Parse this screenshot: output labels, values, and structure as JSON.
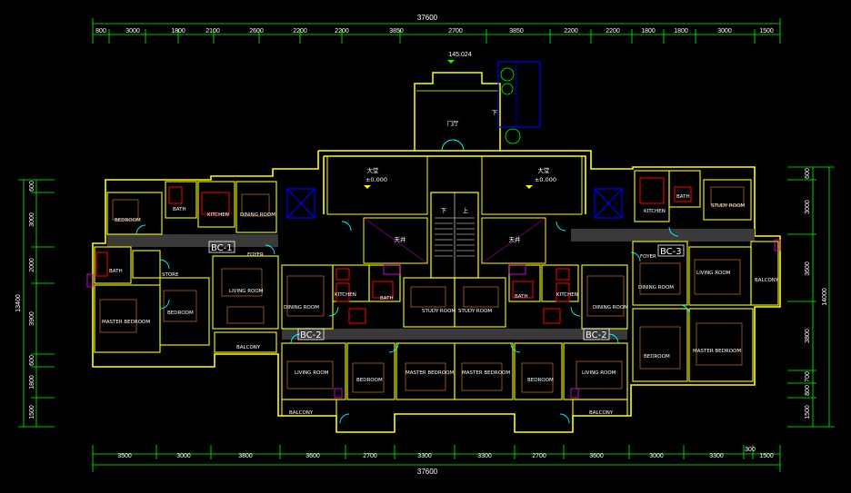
{
  "top_dims": {
    "total": "37600",
    "segments": [
      "800",
      "3000",
      "1800",
      "2100",
      "2600",
      "2200",
      "2200",
      "3850",
      "2700",
      "3850",
      "2200",
      "2200",
      "1800",
      "1800",
      "3000",
      "1500"
    ]
  },
  "bottom_dims": {
    "total": "37600",
    "segments": [
      "3500",
      "3000",
      "3800",
      "3600",
      "2700",
      "3300",
      "3300",
      "2700",
      "3600",
      "3000",
      "3300",
      "300",
      "1500"
    ]
  },
  "left_dims": {
    "total": "13400",
    "segments": [
      "600",
      "3000",
      "2000",
      "3900",
      "600",
      "1800",
      "1500"
    ]
  },
  "right_dims": {
    "total": "14000",
    "segments": [
      "600",
      "3000",
      "3600",
      "3800",
      "700",
      "800",
      "1500"
    ]
  },
  "elevation": "145.024",
  "entrance": {
    "label": "门厅",
    "down": "下"
  },
  "halls": [
    {
      "label": "大堂",
      "level": "±0.000"
    },
    {
      "label": "大堂",
      "level": "±0.000"
    }
  ],
  "stair": {
    "down": "下",
    "up": "上"
  },
  "light_wells": [
    "天井",
    "天井"
  ],
  "unit_tags": [
    "BC-1",
    "BC-3",
    "BC-2",
    "BC-2"
  ],
  "rooms": {
    "bedroom": "BEDROOM",
    "bath": "BATH",
    "kitchen": "KITCHEN",
    "dining_room": "DINING ROOM",
    "foyer": "FOYER",
    "store": "STORE",
    "living_room": "LIVING ROOM",
    "master_bedroom": "MASTER BEDROOM",
    "balcony": "BALCONY",
    "study_room": "STUDY ROOM"
  }
}
